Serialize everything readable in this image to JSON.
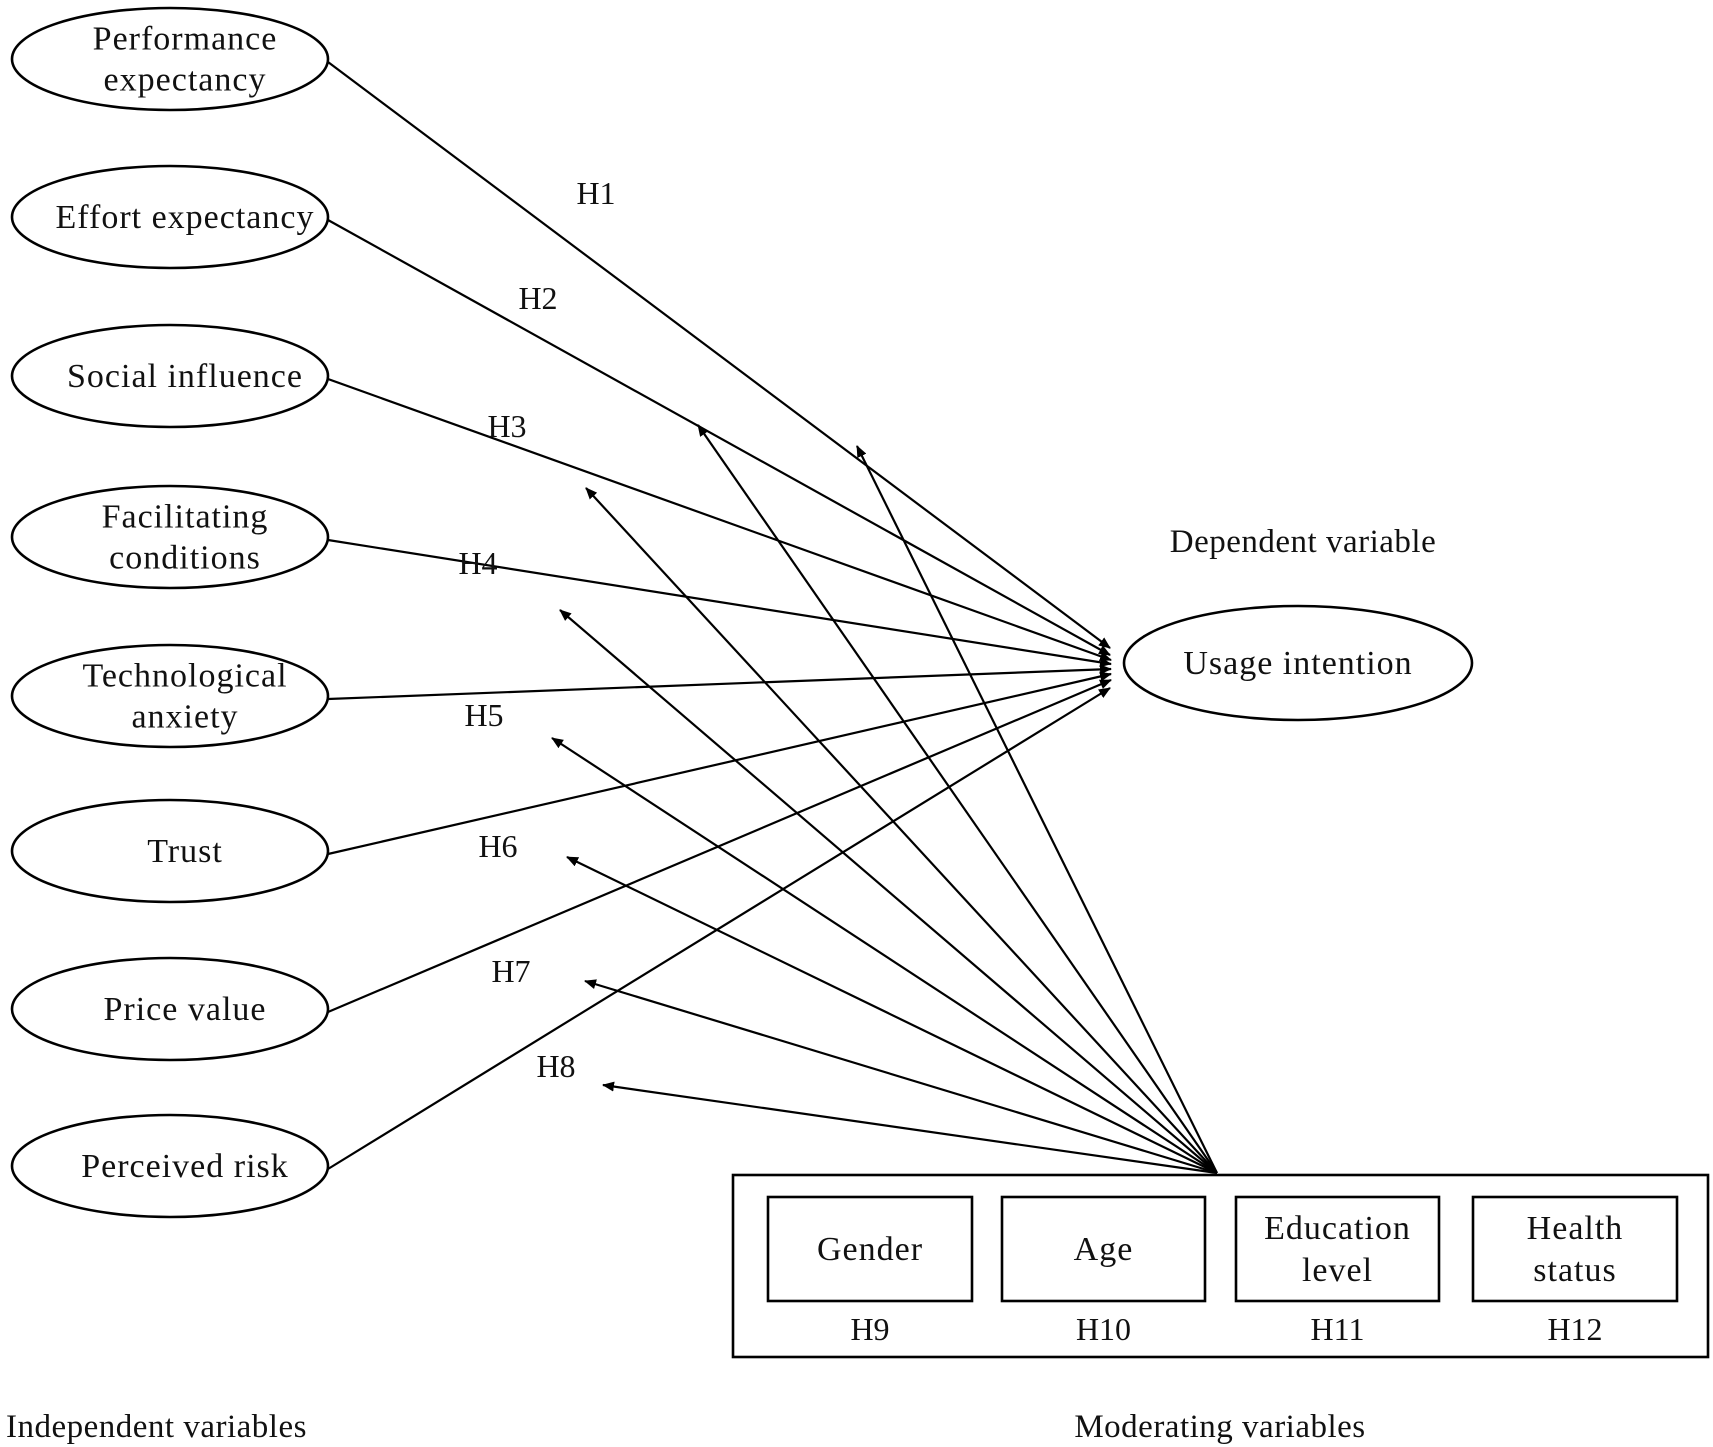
{
  "independent_variables": [
    {
      "lines": [
        "Performance",
        "expectancy"
      ],
      "hypothesis": "H1"
    },
    {
      "lines": [
        "Effort expectancy"
      ],
      "hypothesis": "H2"
    },
    {
      "lines": [
        "Social influence"
      ],
      "hypothesis": "H3"
    },
    {
      "lines": [
        "Facilitating",
        "conditions"
      ],
      "hypothesis": "H4"
    },
    {
      "lines": [
        "Technological",
        "anxiety"
      ],
      "hypothesis": "H5"
    },
    {
      "lines": [
        "Trust"
      ],
      "hypothesis": "H6"
    },
    {
      "lines": [
        "Price value"
      ],
      "hypothesis": "H7"
    },
    {
      "lines": [
        "Perceived risk"
      ],
      "hypothesis": "H8"
    }
  ],
  "dependent_variable": {
    "heading": "Dependent variable",
    "label": "Usage intention"
  },
  "moderating_variables": [
    {
      "lines": [
        "Gender"
      ],
      "hypothesis": "H9"
    },
    {
      "lines": [
        "Age"
      ],
      "hypothesis": "H10"
    },
    {
      "lines": [
        "Education",
        "level"
      ],
      "hypothesis": "H11"
    },
    {
      "lines": [
        "Health",
        "status"
      ],
      "hypothesis": "H12"
    }
  ],
  "sections": {
    "independent": "Independent variables",
    "moderating": "Moderating variables"
  },
  "colors": {
    "stroke": "#000000",
    "background": "#ffffff"
  }
}
